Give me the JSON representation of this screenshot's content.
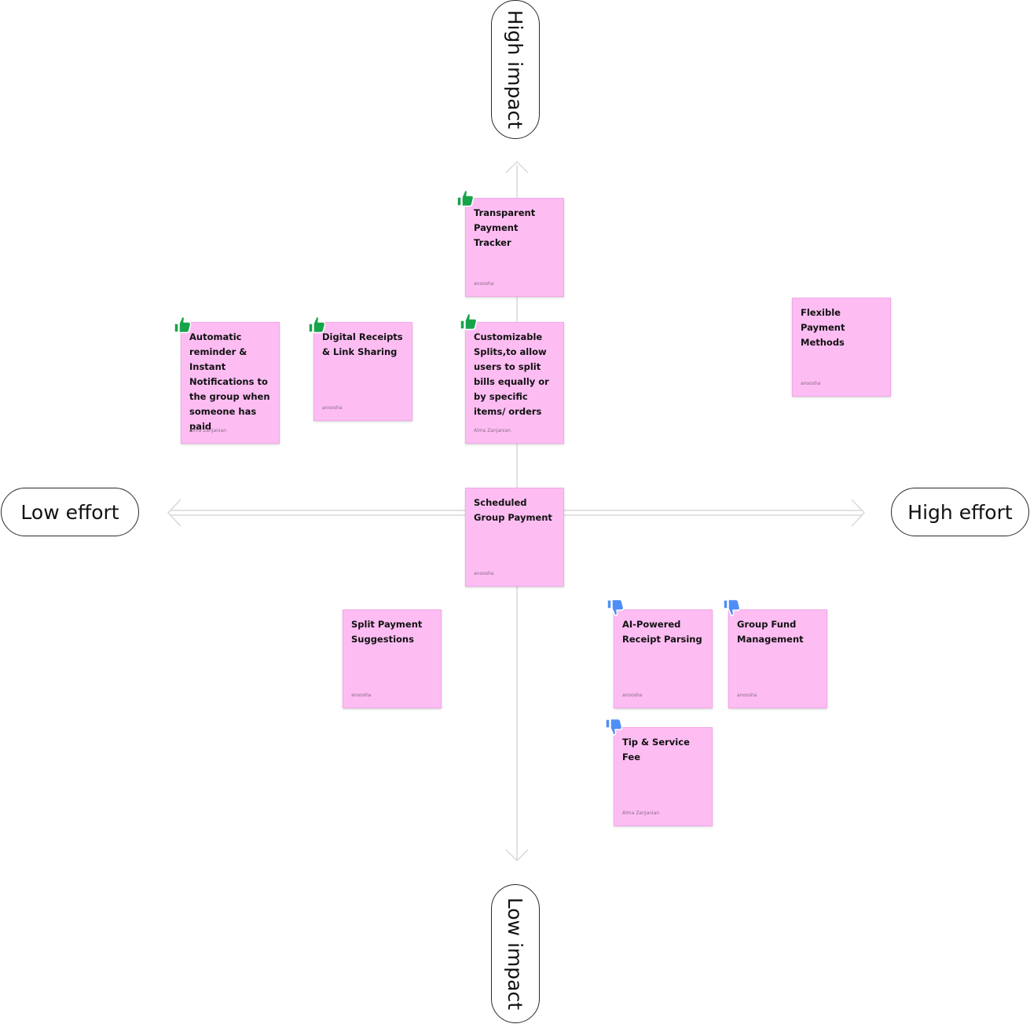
{
  "axes": {
    "high_impact": "High impact",
    "low_impact": "Low impact",
    "low_effort": "Low effort",
    "high_effort": "High effort"
  },
  "colors": {
    "note_fill": "#fdbdf3",
    "thumb_up": "#17a34a",
    "thumb_down": "#4f8ef7",
    "axis_line": "#d9d9d9"
  },
  "notes": [
    {
      "id": "transparent-payment-tracker",
      "title": "Transparent Payment Tracker",
      "author": "anoosha",
      "vote": "thumbs-up-icon"
    },
    {
      "id": "automatic-reminder",
      "title": "Automatic reminder & Instant Notifications to the group when someone has paid",
      "author": "Alma Zanjanian",
      "vote": "thumbs-up-icon"
    },
    {
      "id": "digital-receipts",
      "title": "Digital Receipts & Link Sharing",
      "author": "anoosha",
      "vote": "thumbs-up-icon"
    },
    {
      "id": "customizable-splits",
      "title": "Customizable Splits,to allow users to split bills equally or by specific items/ orders",
      "author": "Alma Zanjanian",
      "vote": "thumbs-up-icon"
    },
    {
      "id": "flexible-payment-methods",
      "title": "Flexible Payment Methods",
      "author": "anoosha",
      "vote": ""
    },
    {
      "id": "scheduled-group-payment",
      "title": "Scheduled Group Payment",
      "author": "anoosha",
      "vote": ""
    },
    {
      "id": "split-payment-suggestions",
      "title": "Split Payment Suggestions",
      "author": "anoosha",
      "vote": ""
    },
    {
      "id": "ai-receipt-parsing",
      "title": "AI-Powered Receipt Parsing",
      "author": "anoosha",
      "vote": "thumbs-down-icon"
    },
    {
      "id": "group-fund-management",
      "title": "Group Fund Management",
      "author": "anoosha",
      "vote": "thumbs-down-icon"
    },
    {
      "id": "tip-service-fee",
      "title": "Tip & Service Fee",
      "author": "Alma Zanjanian",
      "vote": "thumbs-down-icon"
    }
  ]
}
